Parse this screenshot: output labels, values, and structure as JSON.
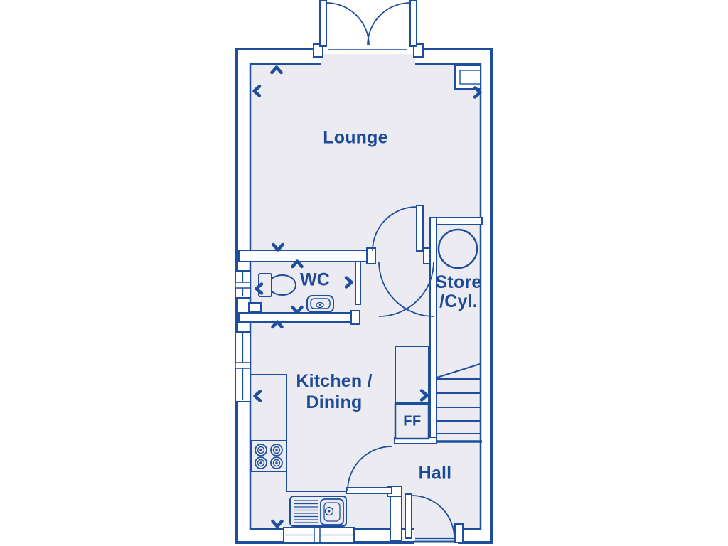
{
  "floor_plan": {
    "rooms": {
      "lounge": {
        "label": "Lounge"
      },
      "wc": {
        "label": "WC"
      },
      "store_cyl": {
        "line1": "Store",
        "line2": "/Cyl."
      },
      "kitchen_dining": {
        "line1": "Kitchen /",
        "line2": "Dining"
      },
      "hall": {
        "label": "Hall"
      },
      "fridge_freezer": {
        "label": "FF"
      }
    },
    "fixture_icons": [
      "entrance-double-doors-icon",
      "toilet-icon",
      "basin-icon",
      "hot-water-cylinder-icon",
      "hob-icon",
      "sink-drainer-icon",
      "fridge-freezer-icon",
      "stairs-icon",
      "window-icon"
    ],
    "dimension_arrows": {
      "lounge": [
        "up",
        "left",
        "right",
        "down"
      ],
      "wc": [
        "up",
        "left",
        "right",
        "down"
      ],
      "kitchen_dining": [
        "up",
        "left",
        "right",
        "down"
      ]
    },
    "colors": {
      "wall_line": "#1e4f9f",
      "label_text": "#1c4a96",
      "floor_fill": "#ecebf1",
      "background": "#ffffff"
    }
  }
}
